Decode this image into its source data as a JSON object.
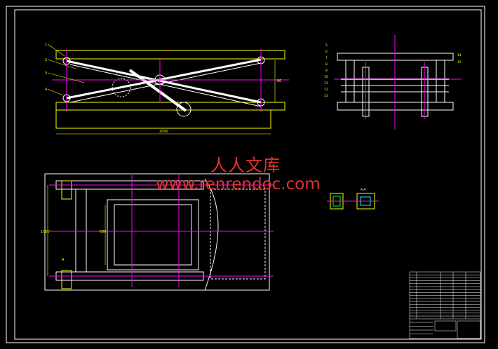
{
  "colors": {
    "background": "#000000",
    "frame": "#ffffff",
    "outline": "#ffff00",
    "center_line": "#ff00ff",
    "detail": "#ffffff",
    "watermark": "#e2342c",
    "accent_green": "#00ff00",
    "accent_cyan": "#00ffff"
  },
  "watermark": {
    "chinese": "人人文库",
    "url": "www.renrendoc.com"
  },
  "front_view": {
    "callouts": [
      "1",
      "2",
      "3",
      "4"
    ],
    "dim_bottom": "2000",
    "dim_right": "80"
  },
  "side_view": {
    "callouts_left": [
      "5",
      "6",
      "7",
      "8",
      "9",
      "10",
      "11",
      "12",
      "13"
    ],
    "callouts_right": [
      "14",
      "15"
    ]
  },
  "plan_view": {
    "dim_left": "1000",
    "dim_inner": "600",
    "mark_a": "A"
  },
  "detail_view": {
    "label": "A-A"
  }
}
